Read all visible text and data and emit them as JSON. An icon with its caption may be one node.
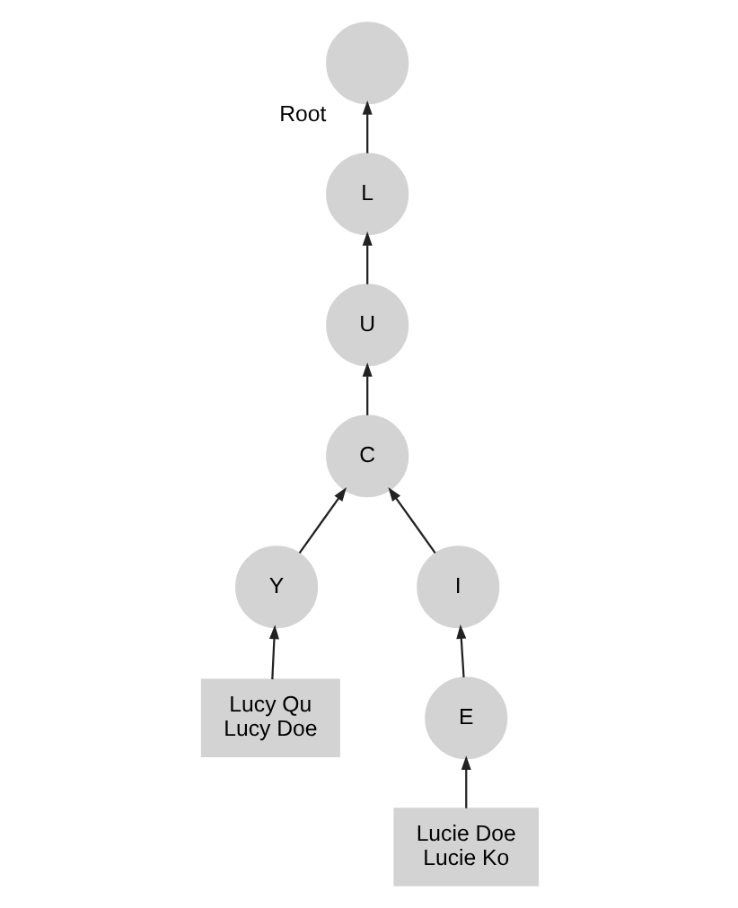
{
  "diagram": {
    "nodes": [
      {
        "text": [
          "Root"
        ]
      },
      {
        "text": [
          "L"
        ]
      },
      {
        "text": [
          "U"
        ]
      },
      {
        "text": [
          "C"
        ]
      },
      {
        "text": [
          "Y"
        ]
      },
      {
        "text": [
          "I"
        ]
      },
      {
        "text": [
          "E"
        ]
      },
      {
        "text": [
          "Lucy Qu",
          "Lucy Doe"
        ]
      },
      {
        "text": [
          "Lucie Doe",
          "Lucie Ko"
        ]
      }
    ],
    "edges": [
      {
        "from": 1,
        "to": 0,
        "arrow": "to"
      },
      {
        "from": 2,
        "to": 1,
        "arrow": "to"
      },
      {
        "from": 3,
        "to": 2,
        "arrow": "to"
      },
      {
        "from": 4,
        "to": 3,
        "arrow": "to"
      },
      {
        "from": 5,
        "to": 3,
        "arrow": "to"
      },
      {
        "from": 6,
        "to": 5,
        "arrow": "to"
      },
      {
        "from": 7,
        "to": 4,
        "arrow": "to"
      },
      {
        "from": 8,
        "to": 6,
        "arrow": "to"
      }
    ]
  }
}
